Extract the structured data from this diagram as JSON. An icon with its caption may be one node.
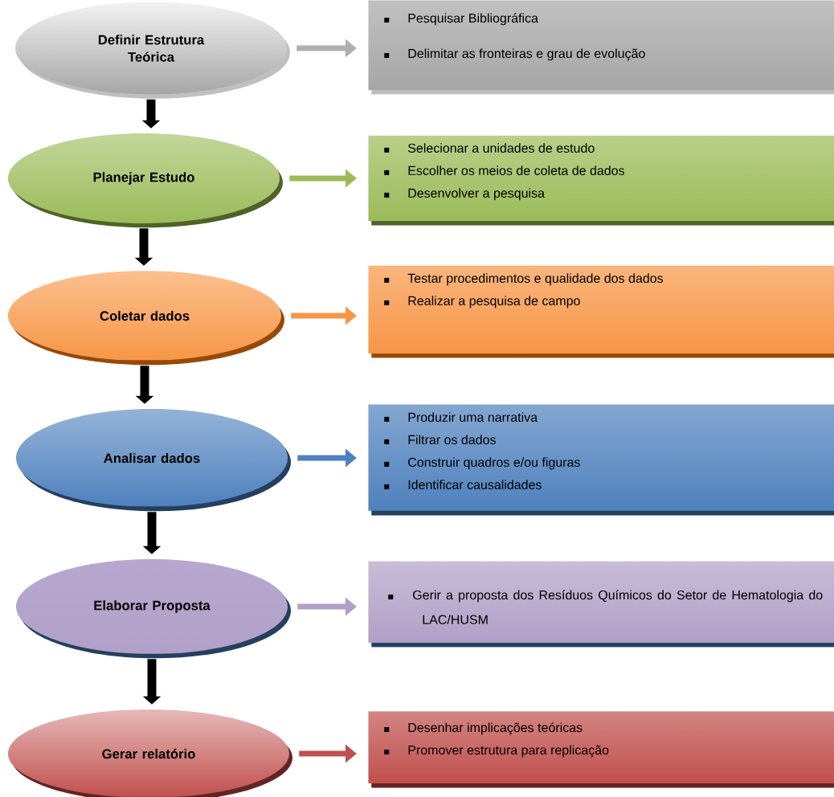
{
  "diagram": {
    "nodes": [
      {
        "text": [
          "Definir Estrutura Teórica"
        ]
      },
      {
        "text": [
          "Pesquisar Bibliográfica",
          "Delimitar as fronteiras e grau de evolução"
        ]
      },
      {
        "text": [
          "Planejar Estudo"
        ]
      },
      {
        "text": [
          "Selecionar a unidades de estudo",
          "Escolher os meios de coleta de dados",
          "Desenvolver a pesquisa"
        ]
      },
      {
        "text": [
          "Coletar  dados"
        ]
      },
      {
        "text": [
          "Testar procedimentos e qualidade dos dados",
          "Realizar a pesquisa de campo"
        ]
      },
      {
        "text": [
          "Analisar dados"
        ]
      },
      {
        "text": [
          "Produzir uma narrativa",
          "Filtrar os dados",
          "Construir quadros e/ou figuras",
          "Identificar causalidades"
        ]
      },
      {
        "text": [
          "Elaborar Proposta"
        ]
      },
      {
        "text": [
          "Gerir a proposta dos Resíduos Químicos do Setor de Hematologia do LAC/HUSM"
        ]
      },
      {
        "text": [
          "Gerar relatório"
        ]
      },
      {
        "text": [
          "Desenhar implicações teóricas",
          "Promover estrutura para replicação"
        ]
      }
    ],
    "edges": [
      {
        "from": 0,
        "to": 1,
        "arrow": "to",
        "color": "#b0b0b0"
      },
      {
        "from": 2,
        "to": 3,
        "arrow": "to",
        "color": "#9bbb59"
      },
      {
        "from": 4,
        "to": 5,
        "arrow": "to",
        "color": "#f79646"
      },
      {
        "from": 6,
        "to": 7,
        "arrow": "to",
        "color": "#4f81bd"
      },
      {
        "from": 8,
        "to": 9,
        "arrow": "to",
        "color": "#b1a0c7"
      },
      {
        "from": 10,
        "to": 11,
        "arrow": "to",
        "color": "#c0504d"
      },
      {
        "from": 0,
        "to": 2,
        "arrow": "to"
      },
      {
        "from": 2,
        "to": 4,
        "arrow": "to"
      },
      {
        "from": 4,
        "to": 6,
        "arrow": "to"
      },
      {
        "from": 6,
        "to": 8,
        "arrow": "to"
      },
      {
        "from": 8,
        "to": 10,
        "arrow": "to"
      }
    ]
  }
}
